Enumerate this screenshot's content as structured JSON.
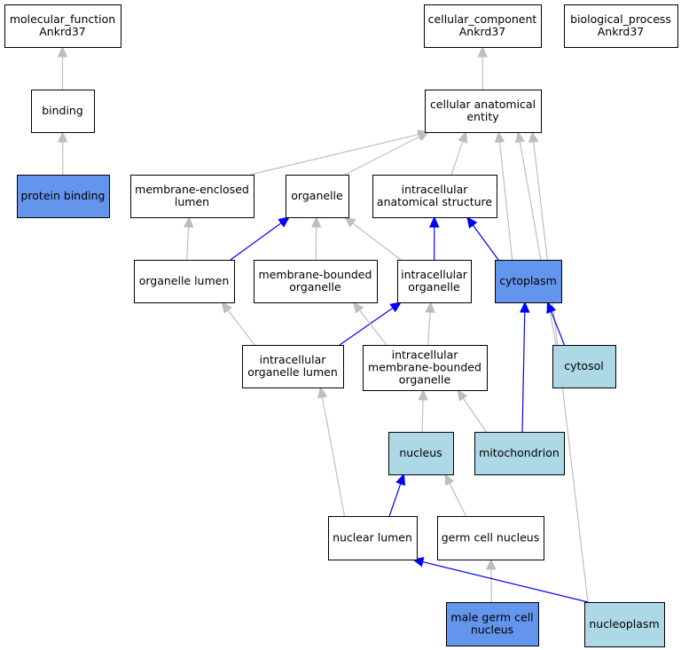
{
  "colors": {
    "white": "#ffffff",
    "annotated_direct": "#6495ed",
    "annotated_inferred": "#add8e6",
    "edge_gray": "#bebebe",
    "edge_blue": "#0000ff"
  },
  "nodes": [
    {
      "id": "mf",
      "lines": [
        "molecular_function",
        "Ankrd37"
      ],
      "fill": "white"
    },
    {
      "id": "cc",
      "lines": [
        "cellular_component",
        "Ankrd37"
      ],
      "fill": "white"
    },
    {
      "id": "bp",
      "lines": [
        "biological_process",
        "Ankrd37"
      ],
      "fill": "white"
    },
    {
      "id": "binding",
      "lines": [
        "binding"
      ],
      "fill": "white"
    },
    {
      "id": "cae",
      "lines": [
        "cellular anatomical",
        "entity"
      ],
      "fill": "white"
    },
    {
      "id": "protbind",
      "lines": [
        "protein binding"
      ],
      "fill": "annotated_direct"
    },
    {
      "id": "mel",
      "lines": [
        "membrane-enclosed",
        "lumen"
      ],
      "fill": "white"
    },
    {
      "id": "organelle",
      "lines": [
        "organelle"
      ],
      "fill": "white"
    },
    {
      "id": "ias",
      "lines": [
        "intracellular",
        "anatomical structure"
      ],
      "fill": "white"
    },
    {
      "id": "orglumen",
      "lines": [
        "organelle lumen"
      ],
      "fill": "white"
    },
    {
      "id": "mbo",
      "lines": [
        "membrane-bounded",
        "organelle"
      ],
      "fill": "white"
    },
    {
      "id": "io",
      "lines": [
        "intracellular",
        "organelle"
      ],
      "fill": "white"
    },
    {
      "id": "cytoplasm",
      "lines": [
        "cytoplasm"
      ],
      "fill": "annotated_direct"
    },
    {
      "id": "iol",
      "lines": [
        "intracellular",
        "organelle lumen"
      ],
      "fill": "white"
    },
    {
      "id": "imbo",
      "lines": [
        "intracellular",
        "membrane-bounded",
        "organelle"
      ],
      "fill": "white"
    },
    {
      "id": "cytosol",
      "lines": [
        "cytosol"
      ],
      "fill": "annotated_inferred"
    },
    {
      "id": "nucleus",
      "lines": [
        "nucleus"
      ],
      "fill": "annotated_inferred"
    },
    {
      "id": "mito",
      "lines": [
        "mitochondrion"
      ],
      "fill": "annotated_inferred"
    },
    {
      "id": "nuclumen",
      "lines": [
        "nuclear lumen"
      ],
      "fill": "white"
    },
    {
      "id": "gcn",
      "lines": [
        "germ cell nucleus"
      ],
      "fill": "white"
    },
    {
      "id": "mgcn",
      "lines": [
        "male germ cell",
        "nucleus"
      ],
      "fill": "annotated_direct"
    },
    {
      "id": "nucleoplasm",
      "lines": [
        "nucleoplasm"
      ],
      "fill": "annotated_inferred"
    }
  ],
  "edges": [
    {
      "from": "binding",
      "to": "mf",
      "color": "edge_gray"
    },
    {
      "from": "cae",
      "to": "cc",
      "color": "edge_gray"
    },
    {
      "from": "protbind",
      "to": "binding",
      "color": "edge_gray"
    },
    {
      "from": "mel",
      "to": "cae",
      "color": "edge_gray"
    },
    {
      "from": "organelle",
      "to": "cae",
      "color": "edge_gray"
    },
    {
      "from": "ias",
      "to": "cae",
      "color": "edge_gray"
    },
    {
      "from": "cytoplasm",
      "to": "cae",
      "color": "edge_gray"
    },
    {
      "from": "cytosol",
      "to": "cae",
      "color": "edge_gray"
    },
    {
      "from": "nucleoplasm",
      "to": "cae",
      "color": "edge_gray"
    },
    {
      "from": "orglumen",
      "to": "mel",
      "color": "edge_gray"
    },
    {
      "from": "orglumen",
      "to": "organelle",
      "color": "edge_blue"
    },
    {
      "from": "mbo",
      "to": "organelle",
      "color": "edge_gray"
    },
    {
      "from": "io",
      "to": "organelle",
      "color": "edge_gray"
    },
    {
      "from": "io",
      "to": "ias",
      "color": "edge_blue"
    },
    {
      "from": "cytoplasm",
      "to": "ias",
      "color": "edge_blue"
    },
    {
      "from": "iol",
      "to": "orglumen",
      "color": "edge_gray"
    },
    {
      "from": "iol",
      "to": "io",
      "color": "edge_blue"
    },
    {
      "from": "imbo",
      "to": "mbo",
      "color": "edge_gray"
    },
    {
      "from": "imbo",
      "to": "io",
      "color": "edge_gray"
    },
    {
      "from": "cytosol",
      "to": "cytoplasm",
      "color": "edge_blue"
    },
    {
      "from": "mito",
      "to": "cytoplasm",
      "color": "edge_blue"
    },
    {
      "from": "nucleus",
      "to": "imbo",
      "color": "edge_gray"
    },
    {
      "from": "mito",
      "to": "imbo",
      "color": "edge_gray"
    },
    {
      "from": "nuclumen",
      "to": "iol",
      "color": "edge_gray"
    },
    {
      "from": "nuclumen",
      "to": "nucleus",
      "color": "edge_blue"
    },
    {
      "from": "gcn",
      "to": "nucleus",
      "color": "edge_gray"
    },
    {
      "from": "mgcn",
      "to": "gcn",
      "color": "edge_gray"
    },
    {
      "from": "nucleoplasm",
      "to": "nuclumen",
      "color": "edge_blue"
    }
  ]
}
